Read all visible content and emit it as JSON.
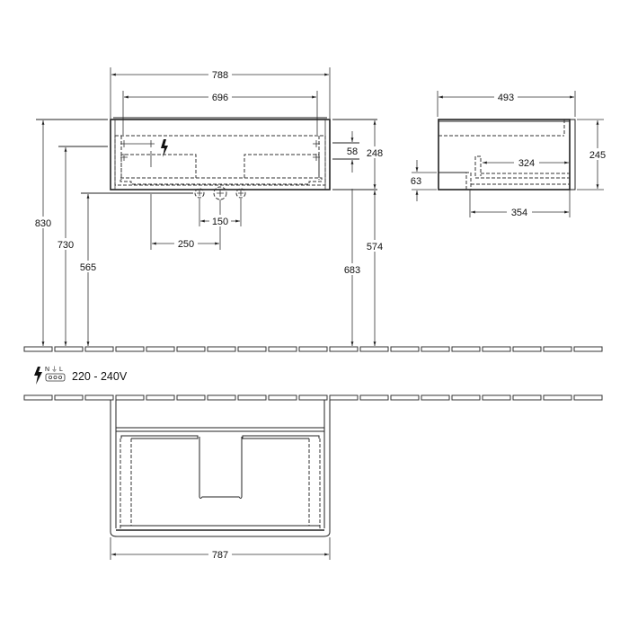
{
  "front_view": {
    "width_total": "788",
    "width_inner": "696",
    "height_cabinet": "248",
    "offset_top": "58",
    "floor_to_bottom": "574",
    "floor_to_outlet": "683",
    "floor_to_top": "830",
    "floor_to_fixing": "730",
    "floor_to_drain": "565",
    "drain_from_left": "250",
    "tap_spacing": "150"
  },
  "side_view": {
    "depth_total": "493",
    "height": "245",
    "inner_depth": "324",
    "outlet_height": "63",
    "drain_depth": "354"
  },
  "electrical": {
    "symbol": "lightning-bolt",
    "terminals": "N ⏚ L",
    "voltage": "220 - 240V"
  },
  "plan_view": {
    "width": "787"
  },
  "colors": {
    "line": "#222222",
    "background": "#ffffff"
  }
}
